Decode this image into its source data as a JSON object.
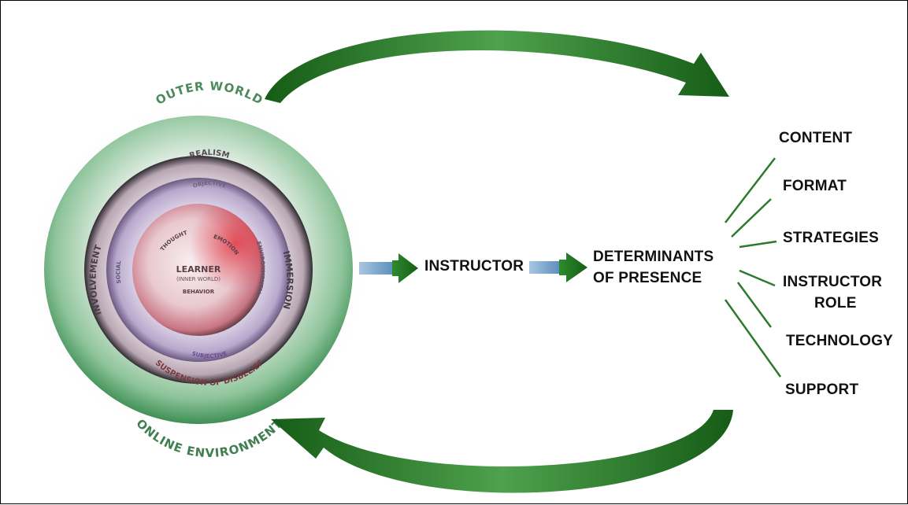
{
  "rings": {
    "outer_world": "OUTER WORLD",
    "online_environment": "ONLINE ENVIRONMENT",
    "realism": "REALISM",
    "immersion": "IMMERSION",
    "involvement": "INVOLVEMENT",
    "suspension": "SUSPENSION OF DISBELIEF",
    "objective": "OBJECTIVE",
    "subjective": "SUBJECTIVE",
    "social": "SOCIAL",
    "environmental": "ENVIRONMENTAL",
    "thought": "THOUGHT",
    "emotion": "EMOTION",
    "behavior": "BEHAVIOR",
    "learner": "LEARNER",
    "inner_world": "(INNER WORLD)"
  },
  "flow": {
    "instructor": "INSTRUCTOR",
    "determinants_line1": "DETERMINANTS",
    "determinants_line2": "OF PRESENCE"
  },
  "determinants": [
    "CONTENT",
    "FORMAT",
    "STRATEGIES",
    "INSTRUCTOR ROLE",
    "TECHNOLOGY",
    "SUPPORT"
  ],
  "determinant_lines": {
    "instructor_role_line1": "INSTRUCTOR",
    "instructor_role_line2": "ROLE"
  },
  "colors": {
    "arrow_green": "#1f7a1f",
    "arrow_blue": "#8fb4d6"
  }
}
